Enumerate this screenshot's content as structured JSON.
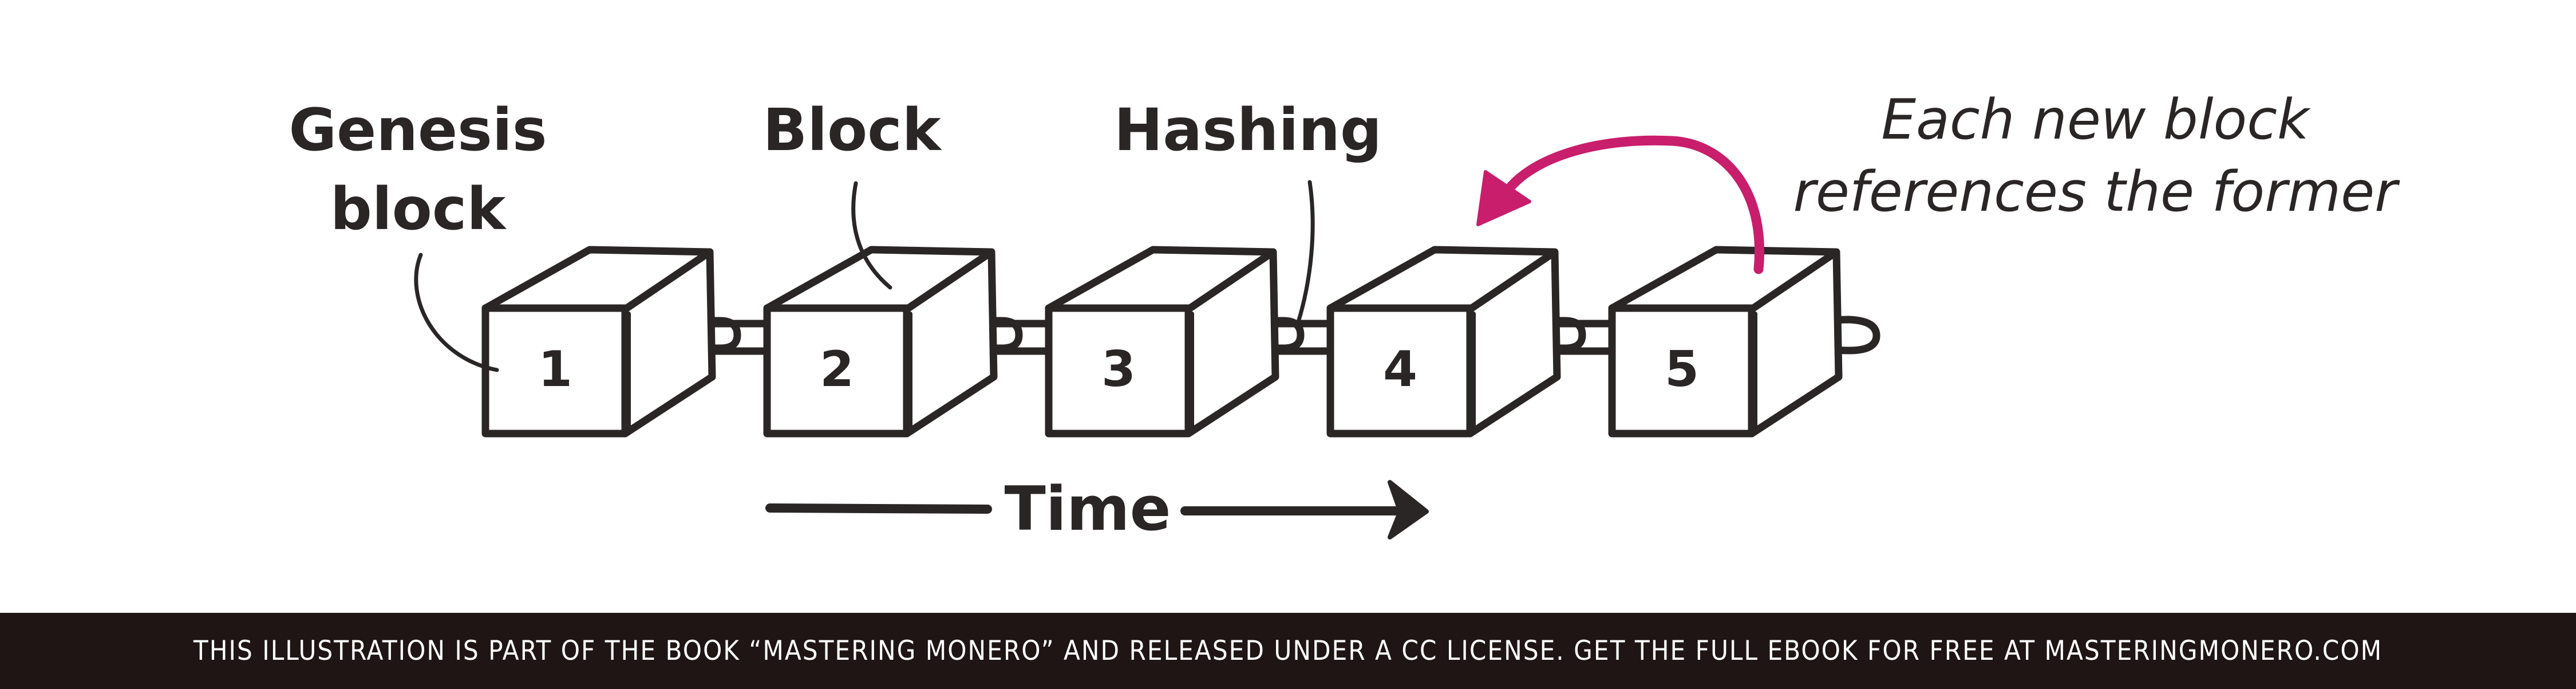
{
  "labels": {
    "genesis_line1": "Genesis",
    "genesis_line2": "block",
    "block": "Block",
    "hashing": "Hashing",
    "note_line1": "Each new block",
    "note_line2": "references the  former",
    "time": "Time"
  },
  "blocks": [
    "1",
    "2",
    "3",
    "4",
    "5"
  ],
  "colors": {
    "ink": "#2b2626",
    "accent": "#c81e6c",
    "footer_bg": "#1f1515",
    "footer_text": "#ffffff"
  },
  "footer": {
    "text": "THIS ILLUSTRATION IS PART OF THE BOOK “MASTERING MONERO” AND RELEASED UNDER A CC LICENSE. GET THE FULL EBOOK FOR FREE AT MASTERINGMONERO.COM"
  }
}
